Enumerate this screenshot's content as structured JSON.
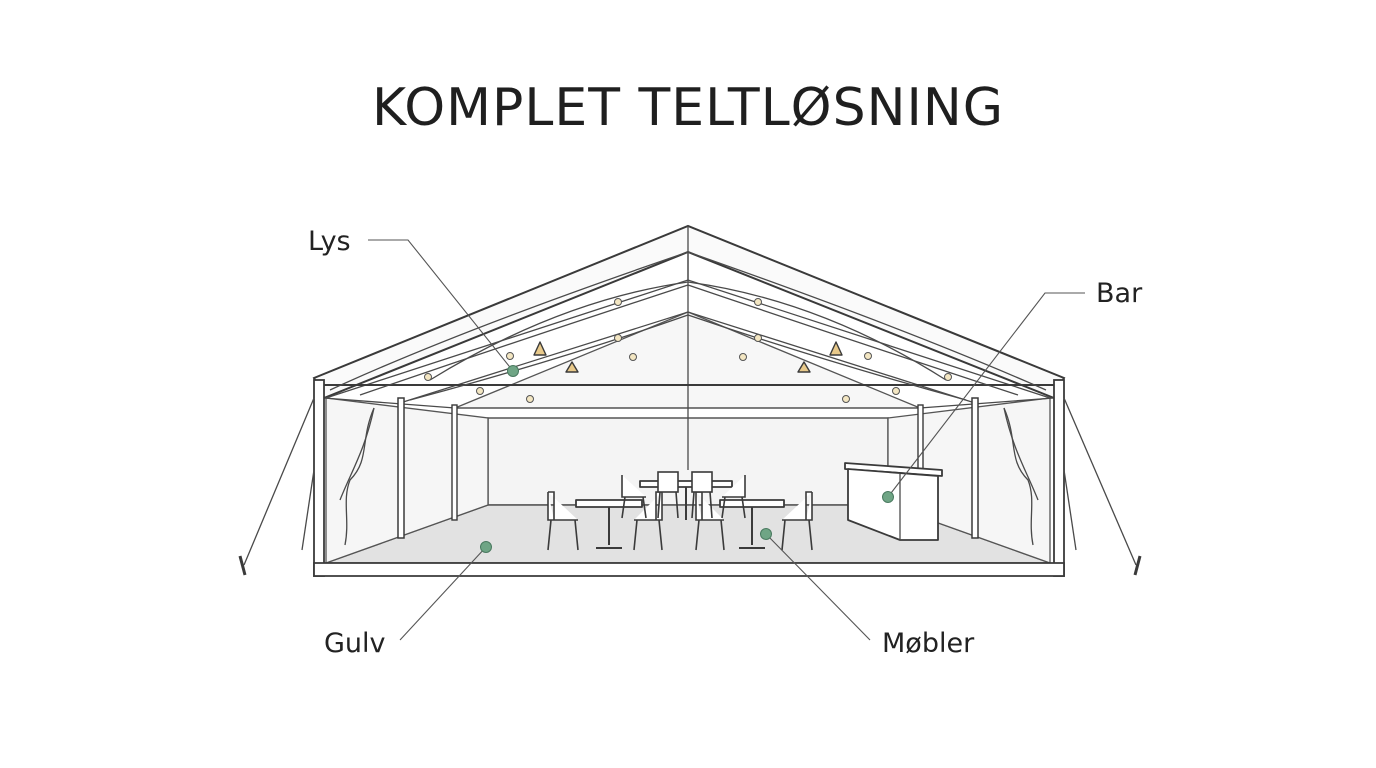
{
  "title": "KOMPLET TELTLØSNING",
  "labels": {
    "lys": "Lys",
    "bar": "Bar",
    "gulv": "Gulv",
    "mobler": "Møbler"
  },
  "colors": {
    "marker": "#6fa585",
    "lamp": "#e8c98a",
    "line": "#3a3a3a",
    "floor": "#e2e2e2"
  }
}
